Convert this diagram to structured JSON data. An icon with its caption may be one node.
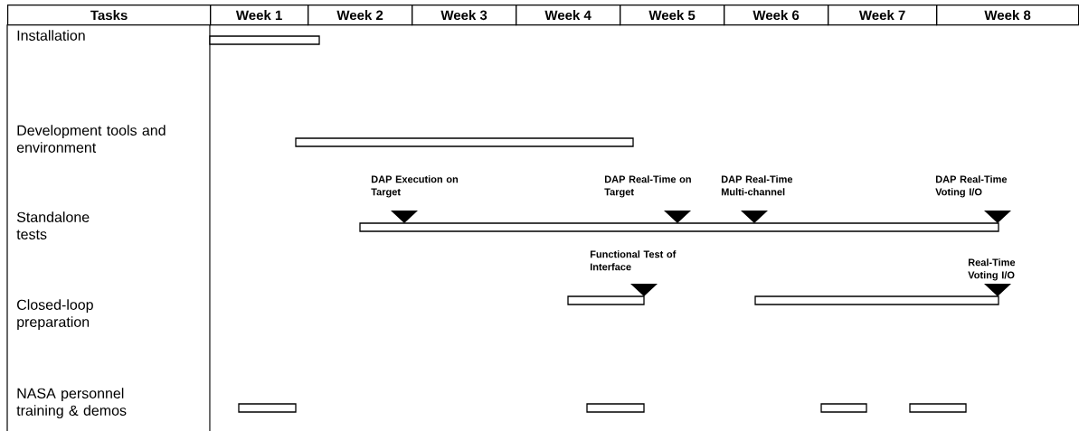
{
  "diagram": {
    "labels": [
      "Tasks",
      "Week 1",
      "Week 2",
      "Week 3",
      "Week 4",
      "Week 5",
      "Week 6",
      "Week 7",
      "Week 8",
      "Installation",
      "Development tools and environment",
      "DAP Execution on Target",
      "DAP Real-Time on Target",
      "DAP Real-Time Multi-channel",
      "DAP Real-Time Voting I/O",
      "Standalone tests",
      "Functional Test of Interface",
      "Real-Time Voting I/O",
      "Closed-loop preparation",
      "NASA personnel training & demos"
    ]
  }
}
